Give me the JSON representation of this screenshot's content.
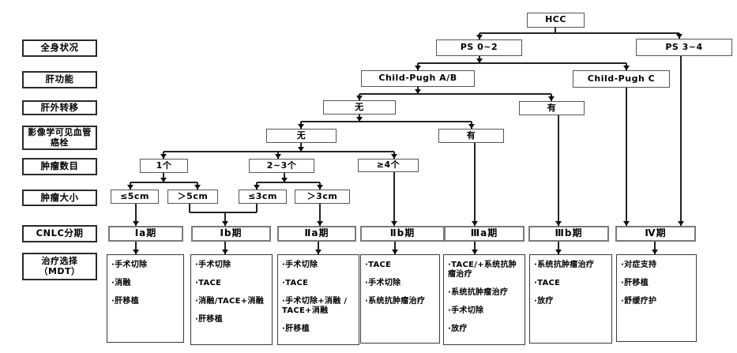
{
  "colors": {
    "background": "#ffffff",
    "line": "#222222",
    "box_border": "#555555",
    "text": "#000000"
  },
  "row_labels": [
    "全身状况",
    "肝功能",
    "肝外转移",
    "影像学可见血管癌栓",
    "肿瘤数目",
    "肿瘤大小",
    "CNLC分期",
    "治疗选择（MDT）"
  ],
  "nodes": {
    "hcc": "HCC",
    "ps_0_2": "PS 0~2",
    "ps_3_4": "PS 3~4",
    "child_pugh_ab": "Child-Pugh A/B",
    "child_pugh_c": "Child-Pugh C",
    "extrahepatic_no": "无",
    "extrahepatic_yes": "有",
    "vascular_no": "无",
    "vascular_yes": "有",
    "count_1": "1个",
    "count_2_3": "2~3个",
    "count_ge4": "≥4个",
    "size_le5": "≤5cm",
    "size_gt5": "＞5cm",
    "size_le3": "≤3cm",
    "size_gt3": "＞3cm"
  },
  "stages": [
    {
      "label": "Ⅰa期",
      "treatments": [
        "·手术切除",
        "·消融",
        "·肝移植"
      ]
    },
    {
      "label": "Ⅰb期",
      "treatments": [
        "·手术切除",
        "·TACE",
        "·消融/TACE+消融",
        "·肝移植"
      ]
    },
    {
      "label": "Ⅱa期",
      "treatments": [
        "·手术切除",
        "·TACE",
        "·手术切除+消融 / TACE+消融",
        "·肝移植"
      ]
    },
    {
      "label": "Ⅱb期",
      "treatments": [
        "·TACE",
        "·手术切除",
        "·系统抗肿瘤治疗"
      ]
    },
    {
      "label": "Ⅲa期",
      "treatments": [
        "·TACE/+系统抗肿瘤治疗",
        "·系统抗肿瘤治疗",
        "·手术切除",
        "·放疗"
      ]
    },
    {
      "label": "Ⅲb期",
      "treatments": [
        "·系统抗肿瘤治疗",
        "·TACE",
        "·放疗"
      ]
    },
    {
      "label": "Ⅳ期",
      "treatments": [
        "·对症支持",
        "·肝移植",
        "·舒缓疗护"
      ]
    }
  ]
}
